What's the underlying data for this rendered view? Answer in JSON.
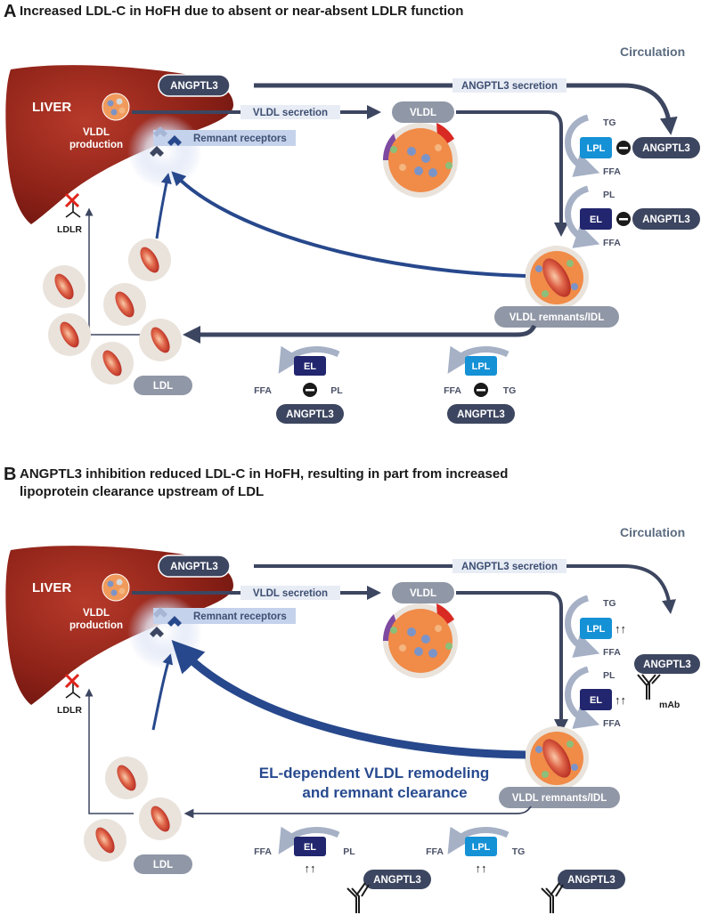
{
  "panel_a": {
    "letter": "A",
    "title": "Increased LDL-C in HoFH due to absent or near-absent LDLR function",
    "circulation": "Circulation",
    "liver": "LIVER",
    "vldl_production_1": "VLDL",
    "vldl_production_2": "production",
    "angptl3": "ANGPTL3",
    "angptl3_secretion": "ANGPTL3 secretion",
    "vldl_secretion": "VLDL secretion",
    "vldl": "VLDL",
    "remnant_receptors": "Remnant receptors",
    "tg": "TG",
    "lpl": "LPL",
    "ffa": "FFA",
    "pl": "PL",
    "el": "EL",
    "vldl_remnants": "VLDL remnants/IDL",
    "ldlr": "LDLR",
    "ldl": "LDL"
  },
  "panel_b": {
    "letter": "B",
    "title_line1": "ANGPTL3 inhibition reduced LDL-C in HoFH, resulting in part from increased",
    "title_line2": "lipoprotein clearance upstream of LDL",
    "circulation": "Circulation",
    "liver": "LIVER",
    "vldl_production_1": "VLDL",
    "vldl_production_2": "production",
    "angptl3": "ANGPTL3",
    "angptl3_secretion": "ANGPTL3 secretion",
    "vldl_secretion": "VLDL secretion",
    "vldl": "VLDL",
    "remnant_receptors": "Remnant receptors",
    "tg": "TG",
    "lpl": "LPL",
    "ffa": "FFA",
    "pl": "PL",
    "el": "EL",
    "up_arrows": "↑↑",
    "mab": "mAb",
    "remodeling_line1": "EL-dependent VLDL remodeling",
    "remodeling_line2": "and remnant clearance",
    "vldl_remnants": "VLDL remnants/IDL",
    "ldlr": "LDLR",
    "ldl": "LDL"
  },
  "colors": {
    "liver": "#8e2218",
    "dark_arrow": "#3d4660",
    "blue_arrow": "#27488c",
    "lpl": "#1591d6",
    "el": "#22266e",
    "grey_pill": "#9097a6"
  }
}
